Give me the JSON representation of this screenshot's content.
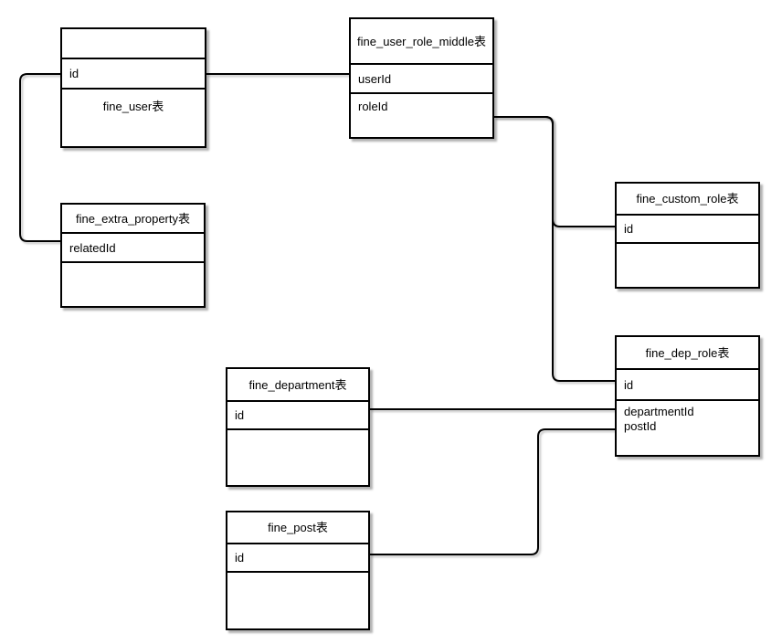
{
  "colors": {
    "background": "#ffffff",
    "node_fill": "#ffffff",
    "node_border": "#000000",
    "connector": "#000000",
    "text": "#000000"
  },
  "tables": {
    "fine_user": {
      "title": "fine_user表",
      "field_id": "id"
    },
    "fine_user_role_middle": {
      "title": "fine_user_role_middle表",
      "field_userId": "userId",
      "field_roleId": "roleId"
    },
    "fine_custom_role": {
      "title": "fine_custom_role表",
      "field_id": "id"
    },
    "fine_dep_role": {
      "title": "fine_dep_role表",
      "field_id": "id",
      "field_departmentId": "departmentId",
      "field_postId": "postId"
    },
    "fine_department": {
      "title": "fine_department表",
      "field_id": "id"
    },
    "fine_post": {
      "title": "fine_post表",
      "field_id": "id"
    },
    "fine_extra_property": {
      "title": "fine_extra_property表",
      "field_relatedId": "relatedId"
    }
  },
  "connections": [
    {
      "from": "fine_user.id",
      "to": "fine_user_role_middle.userId"
    },
    {
      "from": "fine_user.id",
      "to": "fine_extra_property.relatedId"
    },
    {
      "from": "fine_user_role_middle.roleId",
      "to": "fine_custom_role.id"
    },
    {
      "from": "fine_user_role_middle.roleId",
      "to": "fine_dep_role.id"
    },
    {
      "from": "fine_department.id",
      "to": "fine_dep_role.departmentId"
    },
    {
      "from": "fine_post.id",
      "to": "fine_dep_role.postId"
    }
  ]
}
